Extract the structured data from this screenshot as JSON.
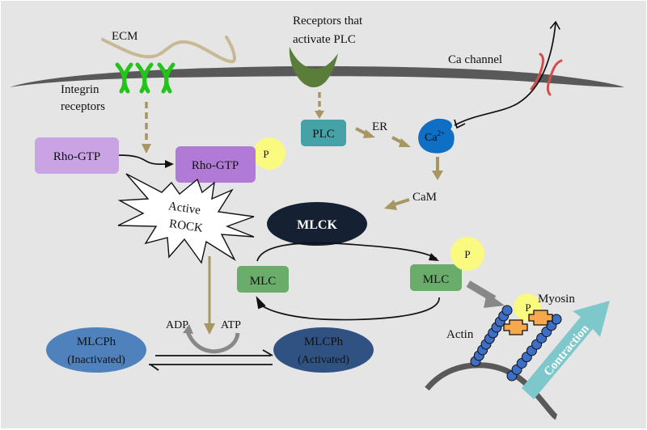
{
  "colors": {
    "background": "#e5e5e5",
    "membrane": "#595959",
    "ecm": "#c8b994",
    "integrin": "#22c41a",
    "plc_receptor": "#5a7d3a",
    "ca_channel": "#d0504f",
    "tan_arrow": "#a89660",
    "plc_box": "#45a3a8",
    "ca_ion": "#0f6fc4",
    "rho_gtp_inactive": "#c9a3e3",
    "rho_gtp_active": "#b07ad6",
    "phosphate": "#fafa80",
    "mlck": "#152033",
    "mlc": "#6aad6a",
    "mlcph_inactive": "#4f81bd",
    "mlcph_active": "#2f5282",
    "actin": "#3e6fc6",
    "myosin": "#f5a84e",
    "contraction_arrow": "#7ec8cc"
  },
  "labels": {
    "ecm": "ECM",
    "integrin_line1": "Integrin",
    "integrin_line2": "receptors",
    "plc_receptor_line1": "Receptors that",
    "plc_receptor_line2": "activate PLC",
    "ca_channel": "Ca channel",
    "plc": "PLC",
    "er": "ER",
    "ca_ion": "Ca",
    "ca_charge": "2+",
    "cam": "CaM",
    "rho_gtp_1": "Rho-GTP",
    "rho_gtp_2": "Rho-GTP",
    "phosphate": "P",
    "rock_line1": "Active",
    "rock_line2": "ROCK",
    "mlck": "MLCK",
    "mlc_left": "MLC",
    "mlc_right": "MLC",
    "adp": "ADP",
    "atp": "ATP",
    "mlcph_inactive_line1": "MLCPh",
    "mlcph_inactive_line2": "(Inactivated)",
    "mlcph_active_line1": "MLCPh",
    "mlcph_active_line2": "(Activated)",
    "actin": "Actin",
    "myosin": "Myosin",
    "contraction": "Contraction"
  }
}
